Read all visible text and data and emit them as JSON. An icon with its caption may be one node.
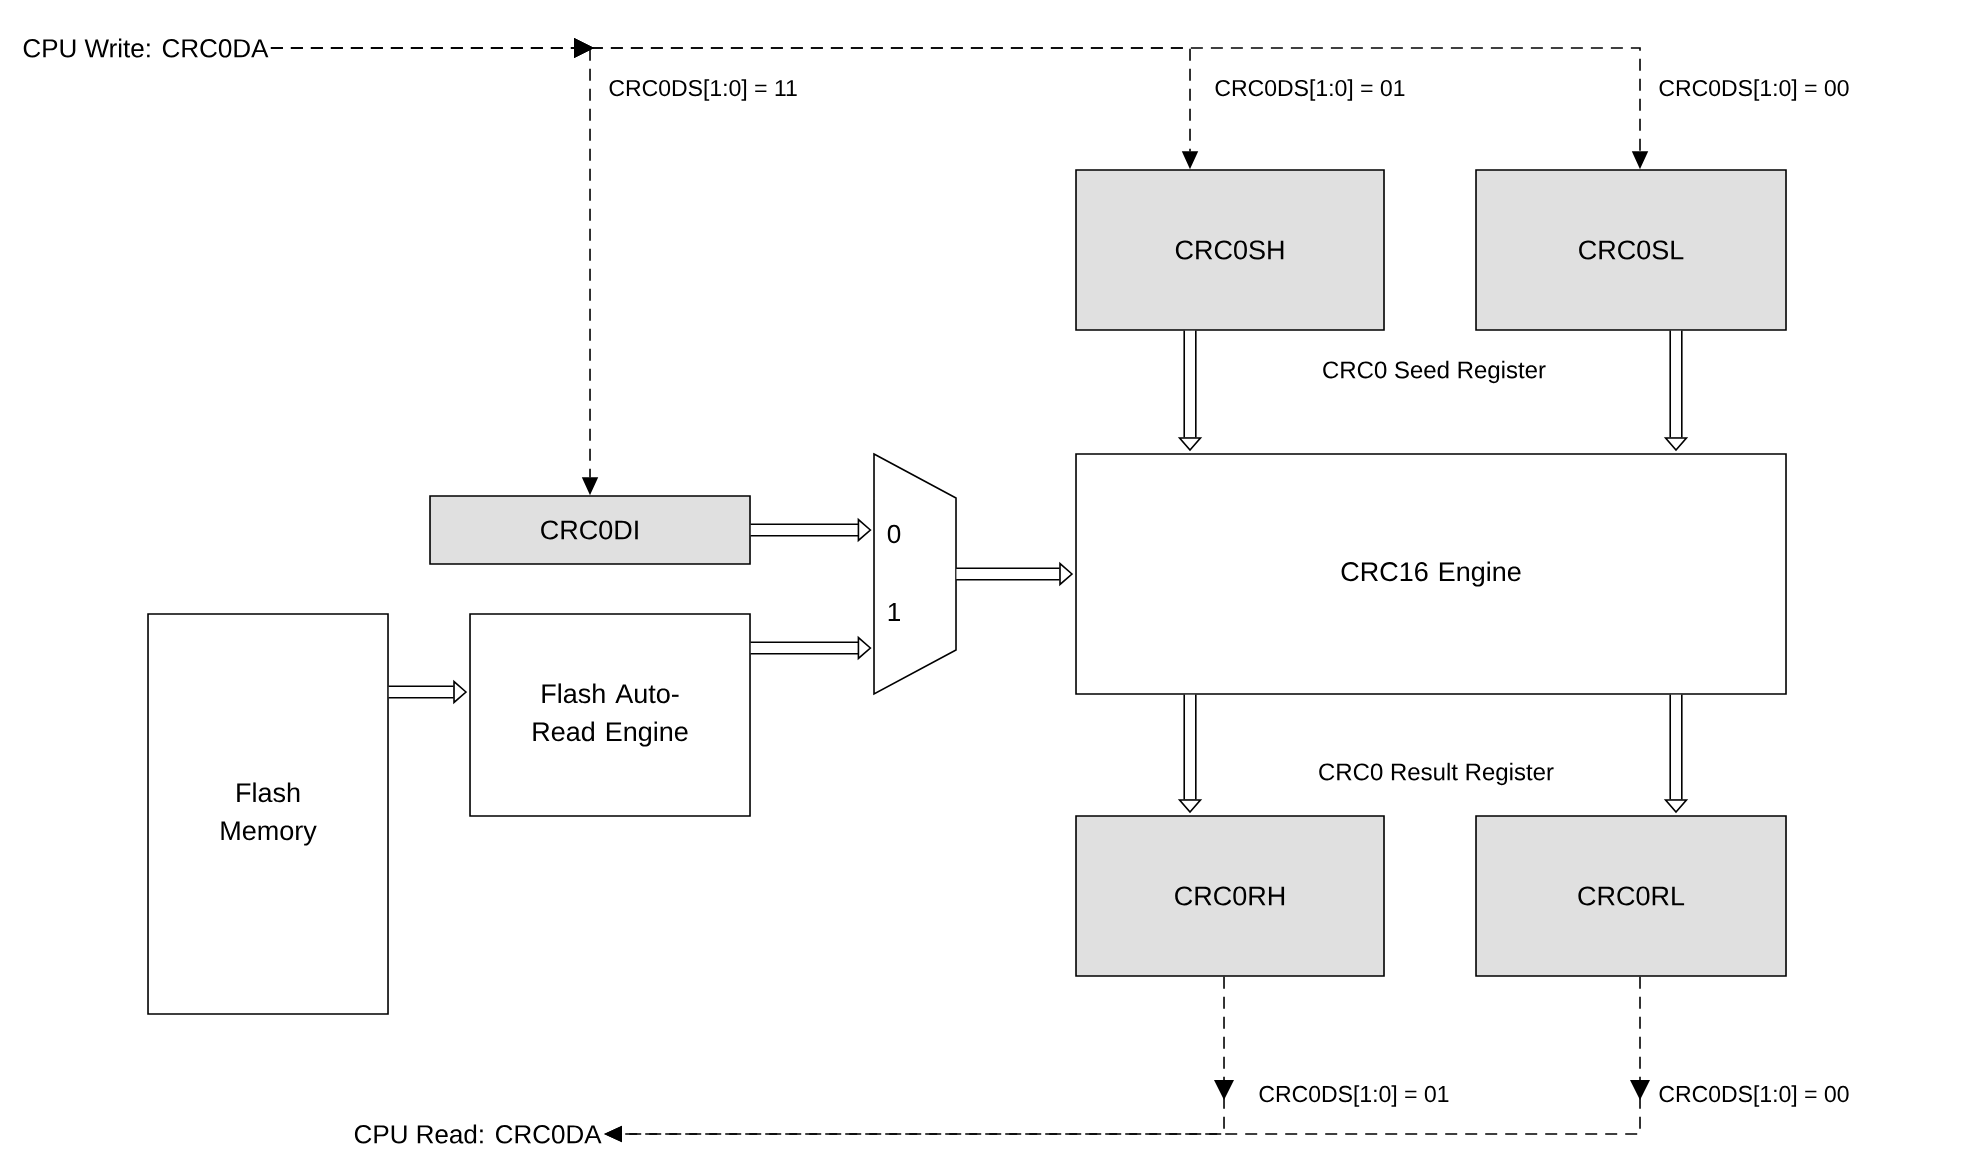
{
  "diagram": {
    "nodes": [
      {
        "text": [
          "CPU Write: CRC0DA"
        ]
      },
      {
        "text": [
          "CRC0SH"
        ]
      },
      {
        "text": [
          "CRC0SL"
        ]
      },
      {
        "text": [
          "CRC0DI"
        ]
      },
      {
        "text": [
          "0",
          "1"
        ]
      },
      {
        "text": [
          "CRC16 Engine"
        ]
      },
      {
        "text": [
          "Flash Memory"
        ]
      },
      {
        "text": [
          "Flash Auto-Read Engine"
        ]
      },
      {
        "text": [
          "CRC0RH"
        ]
      },
      {
        "text": [
          "CRC0RL"
        ]
      },
      {
        "text": [
          "CPU Read: CRC0DA"
        ]
      }
    ],
    "edges": [
      {
        "from": 0,
        "to": 3,
        "arrow": "to",
        "style": "dashed",
        "label": "CRC0DS[1:0] = 11"
      },
      {
        "from": 0,
        "to": 1,
        "arrow": "to",
        "style": "dashed",
        "label": "CRC0DS[1:0] = 01"
      },
      {
        "from": 0,
        "to": 2,
        "arrow": "to",
        "style": "dashed",
        "label": "CRC0DS[1:0] = 00"
      },
      {
        "from": 1,
        "to": 5,
        "arrow": "to"
      },
      {
        "from": 2,
        "to": 5,
        "arrow": "to"
      },
      {
        "from": 3,
        "to": 4,
        "arrow": "to"
      },
      {
        "from": 7,
        "to": 4,
        "arrow": "to"
      },
      {
        "from": 6,
        "to": 7,
        "arrow": "to"
      },
      {
        "from": 4,
        "to": 5,
        "arrow": "to"
      },
      {
        "from": 5,
        "to": 8,
        "arrow": "to"
      },
      {
        "from": 5,
        "to": 9,
        "arrow": "to"
      },
      {
        "from": 8,
        "to": 10,
        "arrow": "to",
        "style": "dashed",
        "label": "CRC0DS[1:0] = 01"
      },
      {
        "from": 9,
        "to": 10,
        "arrow": "to",
        "style": "dashed",
        "label": "CRC0DS[1:0] = 00"
      }
    ],
    "labels": [
      "CRC0 Seed Register",
      "CRC0 Result Register"
    ]
  }
}
